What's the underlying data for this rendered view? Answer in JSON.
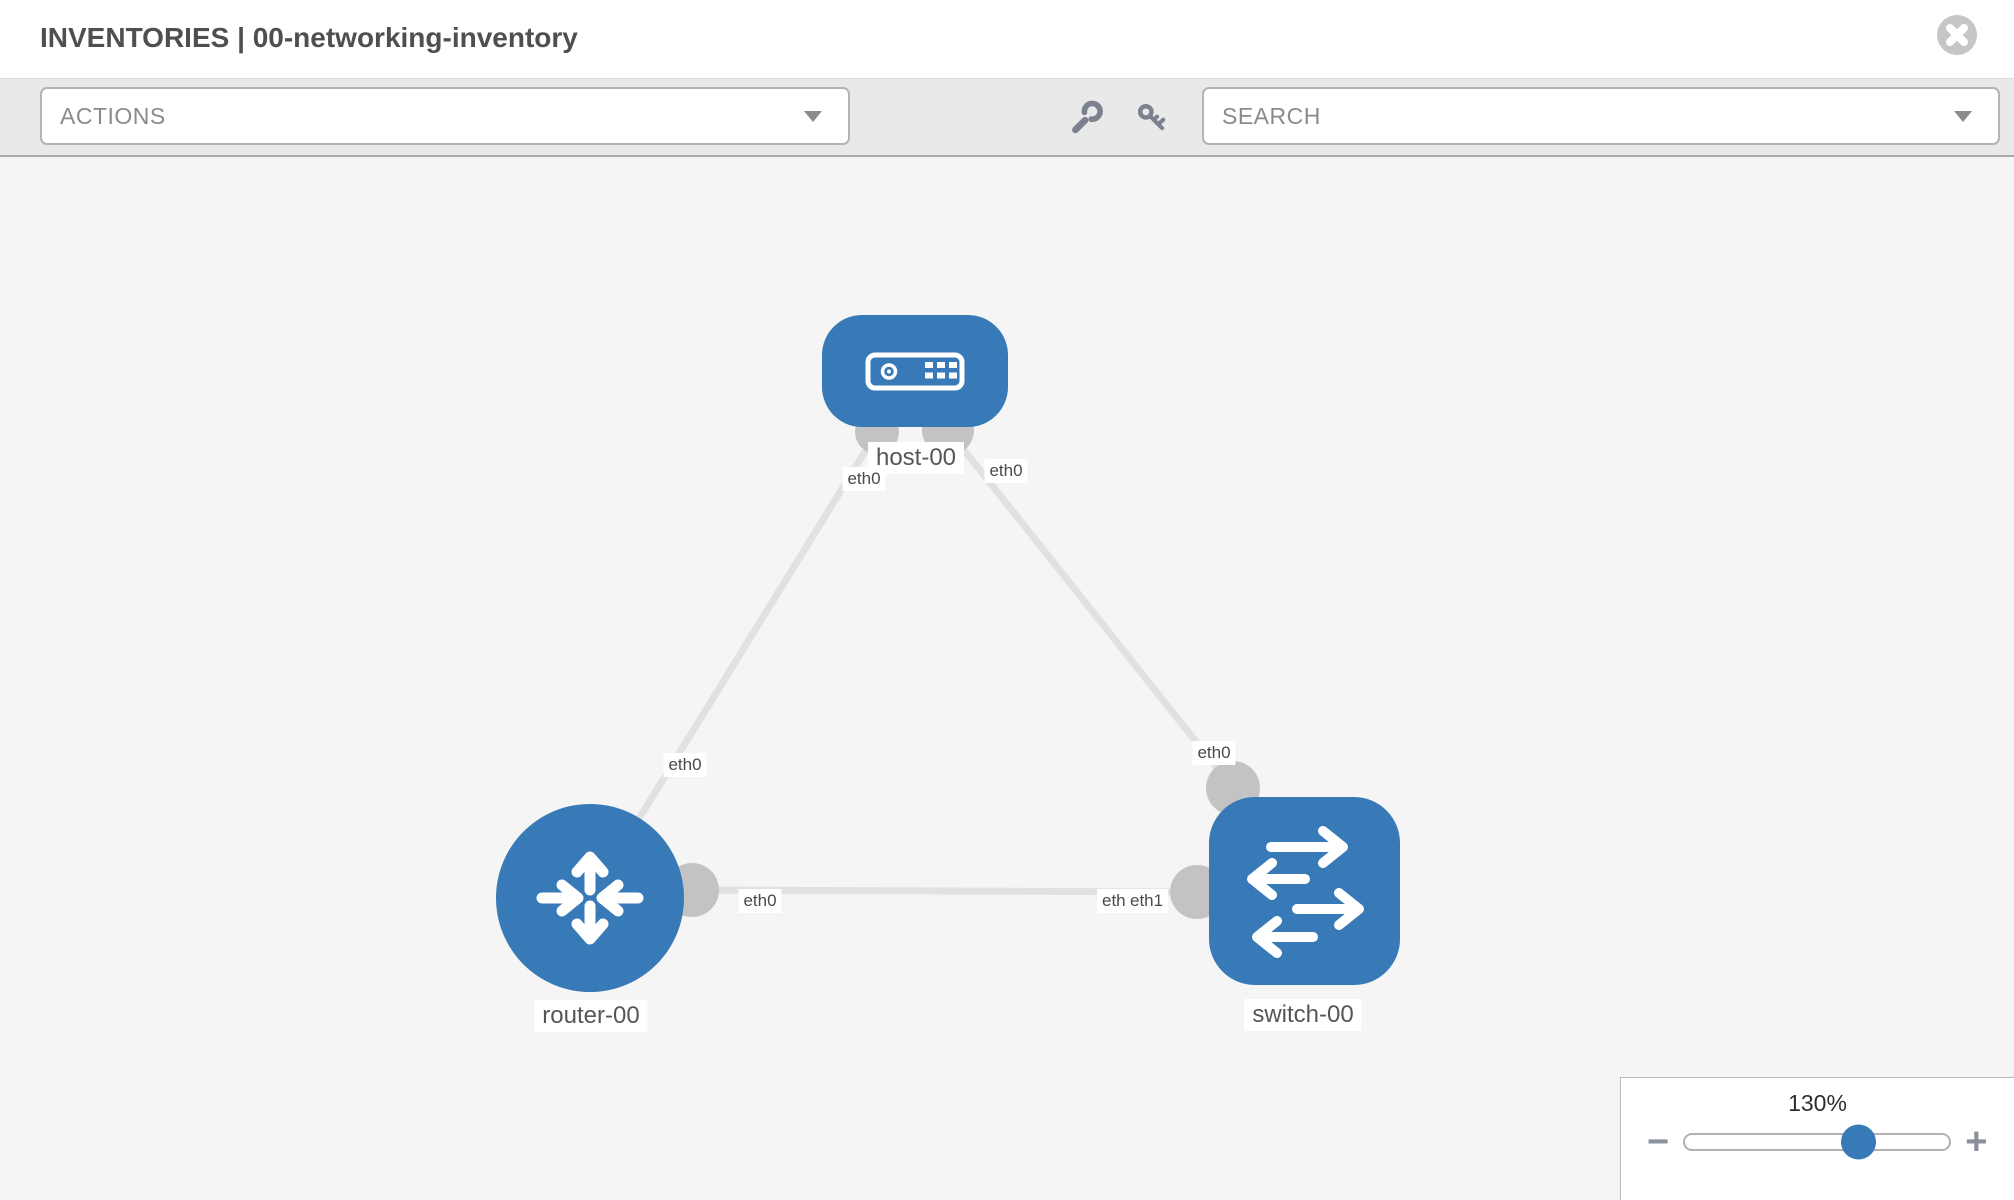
{
  "header": {
    "title": "INVENTORIES | 00-networking-inventory"
  },
  "toolbar": {
    "actions": "ACTIONS",
    "search": "SEARCH"
  },
  "topology": {
    "nodes": [
      {
        "id": "host-00",
        "label": "host-00",
        "type": "host"
      },
      {
        "id": "router-00",
        "label": "router-00",
        "type": "router"
      },
      {
        "id": "switch-00",
        "label": "switch-00",
        "type": "switch"
      }
    ],
    "interface_labels": {
      "host_end_router_link": "eth0",
      "host_end_switch_link": "eth0",
      "router_end_host_link": "eth0",
      "router_end_switch_link": "eth0",
      "switch_end_host_link": "eth0",
      "switch_end_router_link": "eth1",
      "switch_end_router_link_underlay": "eth1"
    },
    "links": [
      {
        "source": "host-00",
        "target": "router-00",
        "source_interface": "eth0",
        "target_interface": "eth0"
      },
      {
        "source": "host-00",
        "target": "switch-00",
        "source_interface": "eth0",
        "target_interface": "eth0"
      },
      {
        "source": "router-00",
        "target": "switch-00",
        "source_interface": "eth0",
        "target_interface": "eth1"
      }
    ]
  },
  "zoom_control": {
    "value": "130%",
    "percent": 130,
    "minus_label": "−",
    "plus_label": "+"
  },
  "colors": {
    "node_blue": "#3879b7",
    "edge_gray": "#e1e1e1",
    "endpoint_gray": "#c3c3c3",
    "canvas_bg": "#f5f5f5",
    "toolbar_bg": "#e9e9e9",
    "title_text": "#4f4f4f",
    "muted_text": "#8b8b8b"
  }
}
